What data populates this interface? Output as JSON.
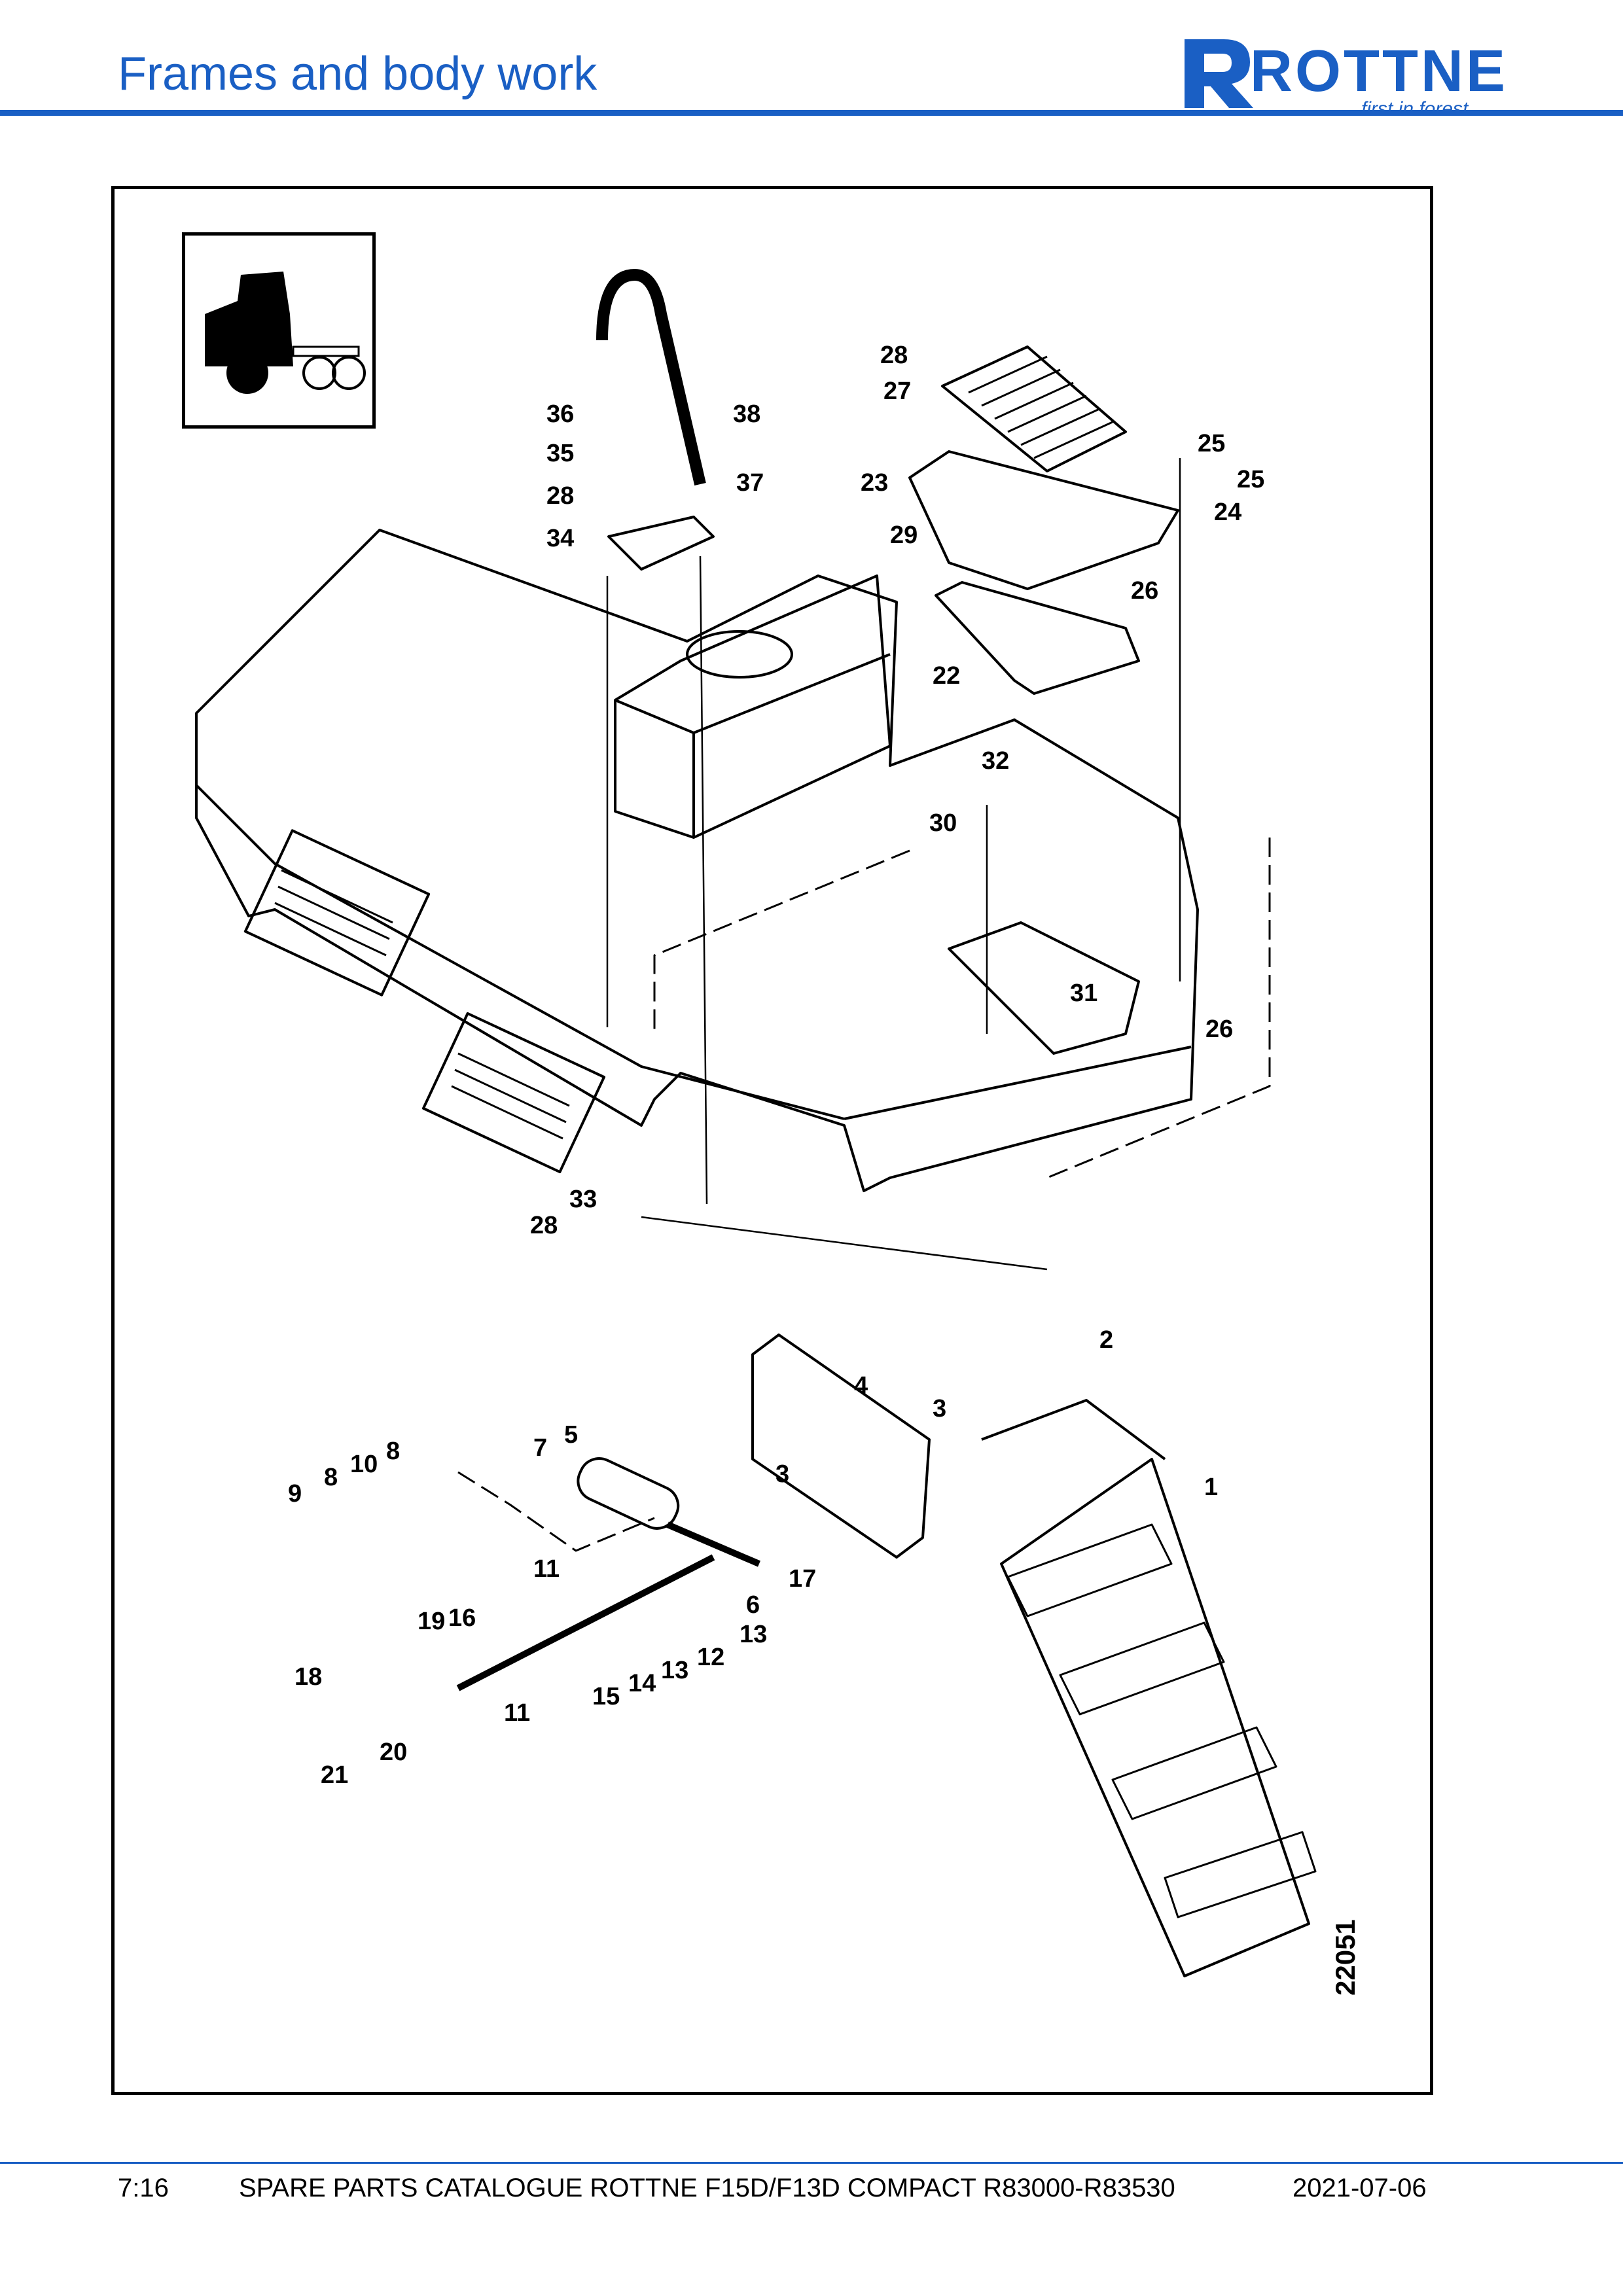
{
  "header": {
    "title": "Frames and body work"
  },
  "logo": {
    "word": "ROTTNE",
    "tagline": "first in forest",
    "color": "#1a5fc4"
  },
  "accent_color": "#1a5fc4",
  "drawing": {
    "reference_number": "22051",
    "callouts": [
      "1",
      "2",
      "3",
      "3",
      "4",
      "5",
      "6",
      "7",
      "8",
      "8",
      "9",
      "10",
      "11",
      "11",
      "12",
      "13",
      "13",
      "14",
      "15",
      "16",
      "17",
      "18",
      "19",
      "20",
      "21",
      "22",
      "23",
      "24",
      "25",
      "25",
      "26",
      "26",
      "27",
      "28",
      "28",
      "28",
      "29",
      "30",
      "31",
      "32",
      "33",
      "34",
      "35",
      "36",
      "37",
      "38"
    ]
  },
  "footer": {
    "page": "7:16",
    "catalogue": "SPARE PARTS CATALOGUE ROTTNE F15D/F13D COMPACT R83000-R83530",
    "date": "2021-07-06"
  }
}
